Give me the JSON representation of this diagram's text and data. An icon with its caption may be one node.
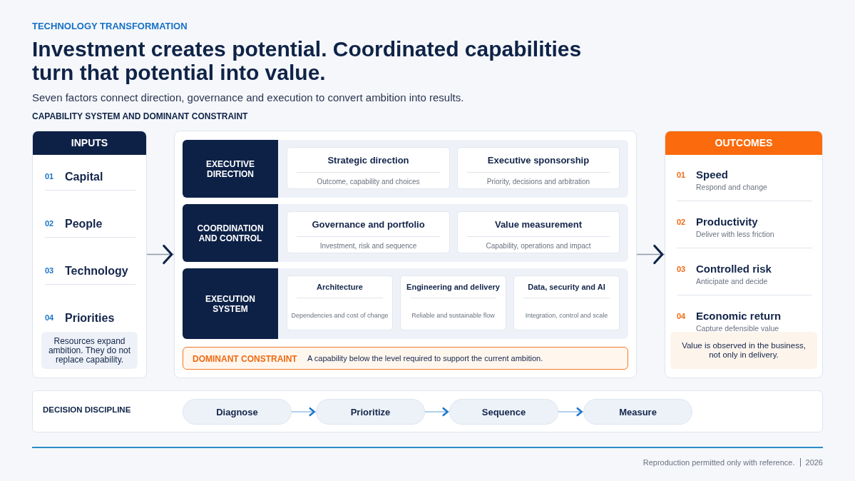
{
  "diagram": {
    "title": "Investment creates potential. Coordinated capabilities turn that potential into value.",
    "nodes": [
      {
        "text": [
          "INPUTS",
          "01",
          "Capital",
          "02",
          "People",
          "03",
          "Technology",
          "04",
          "Priorities"
        ]
      },
      {
        "text": [
          "Resources expand ambition. They do not replace capability."
        ],
        "in": 0
      },
      {
        "text": [],
        "shape": "box"
      },
      {
        "text": [
          "EXECUTIVE DIRECTION"
        ],
        "in": 2
      },
      {
        "text": [
          "Strategic direction",
          "Outcome, capability and choices"
        ],
        "in": 3
      },
      {
        "text": [
          "Executive sponsorship",
          "Priority, decisions and arbitration"
        ],
        "in": 3
      },
      {
        "text": [
          "COORDINATION AND CONTROL"
        ],
        "in": 2
      },
      {
        "text": [
          "Governance and portfolio",
          "Investment, risk and sequence"
        ],
        "in": 6
      },
      {
        "text": [
          "Value measurement",
          "Capability, operations and impact"
        ],
        "in": 6
      },
      {
        "text": [
          "EXECUTION SYSTEM"
        ],
        "in": 2
      },
      {
        "text": [
          "Architecture",
          "Dependencies and cost of change"
        ],
        "in": 9
      },
      {
        "text": [
          "Engineering and delivery",
          "Reliable and sustainable flow"
        ],
        "in": 9
      },
      {
        "text": [
          "Data, security and AI",
          "Integration, control and scale"
        ],
        "in": 9
      },
      {
        "text": [
          "DOMINANT CONSTRAINT",
          "A capability below the level required to support the current ambition."
        ],
        "in": 2
      },
      {
        "text": [
          "OUTCOMES",
          "01",
          "Speed",
          "Respond and change",
          "02",
          "Productivity",
          "Deliver with less friction",
          "03",
          "Controlled risk",
          "Anticipate and decide",
          "04",
          "Economic return",
          "Capture defensible value"
        ]
      },
      {
        "text": [
          "Value is observed in the business, not only in delivery."
        ],
        "in": 14
      },
      {
        "text": [
          "DECISION DISCIPLINE"
        ]
      },
      {
        "text": [
          "Diagnose"
        ],
        "in": 16
      },
      {
        "text": [
          "Prioritize"
        ],
        "in": 16
      },
      {
        "text": [
          "Sequence"
        ],
        "in": 16
      },
      {
        "text": [
          "Measure"
        ],
        "in": 16
      }
    ],
    "edges": [
      {
        "from": 0,
        "to": 2,
        "arrow": "to",
        "color": "#0f2347"
      },
      {
        "from": 2,
        "to": 14,
        "arrow": "to",
        "color": "#0f2347"
      },
      {
        "from": 17,
        "to": 18,
        "arrow": "to"
      },
      {
        "from": 18,
        "to": 19,
        "arrow": "to"
      },
      {
        "from": 19,
        "to": 20,
        "arrow": "to"
      }
    ],
    "labels": [
      "TECHNOLOGY TRANSFORMATION",
      "Seven factors connect direction, governance and execution to convert ambition into results.",
      "CAPABILITY SYSTEM AND DOMINANT CONSTRAINT",
      "Reproduction permitted only with reference.",
      "2026"
    ]
  }
}
